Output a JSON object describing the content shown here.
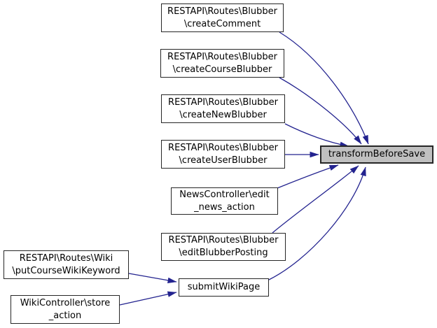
{
  "graph": {
    "kind": "call-graph",
    "nodes": [
      {
        "id": "RESTAPI\\Routes\\Blubber\\createComment",
        "label": "RESTAPI\\Routes\\Blubber\n\\createComment"
      },
      {
        "id": "RESTAPI\\Routes\\Blubber\\createCourseBlubber",
        "label": "RESTAPI\\Routes\\Blubber\n\\createCourseBlubber"
      },
      {
        "id": "RESTAPI\\Routes\\Blubber\\createNewBlubber",
        "label": "RESTAPI\\Routes\\Blubber\n\\createNewBlubber"
      },
      {
        "id": "RESTAPI\\Routes\\Blubber\\createUserBlubber",
        "label": "RESTAPI\\Routes\\Blubber\n\\createUserBlubber"
      },
      {
        "id": "NewsController\\edit_news_action",
        "label": "NewsController\\edit\n_news_action"
      },
      {
        "id": "RESTAPI\\Routes\\Blubber\\editBlubberPosting",
        "label": "RESTAPI\\Routes\\Blubber\n\\editBlubberPosting"
      },
      {
        "id": "submitWikiPage",
        "label": "submitWikiPage"
      },
      {
        "id": "RESTAPI\\Routes\\Wiki\\putCourseWikiKeyword",
        "label": "RESTAPI\\Routes\\Wiki\n\\putCourseWikiKeyword"
      },
      {
        "id": "WikiController\\store_action",
        "label": "WikiController\\store\n_action"
      },
      {
        "id": "transformBeforeSave",
        "label": "transformBeforeSave"
      }
    ],
    "edges": [
      {
        "from": "RESTAPI\\Routes\\Blubber\\createComment",
        "to": "transformBeforeSave"
      },
      {
        "from": "RESTAPI\\Routes\\Blubber\\createCourseBlubber",
        "to": "transformBeforeSave"
      },
      {
        "from": "RESTAPI\\Routes\\Blubber\\createNewBlubber",
        "to": "transformBeforeSave"
      },
      {
        "from": "RESTAPI\\Routes\\Blubber\\createUserBlubber",
        "to": "transformBeforeSave"
      },
      {
        "from": "NewsController\\edit_news_action",
        "to": "transformBeforeSave"
      },
      {
        "from": "RESTAPI\\Routes\\Blubber\\editBlubberPosting",
        "to": "transformBeforeSave"
      },
      {
        "from": "submitWikiPage",
        "to": "transformBeforeSave"
      },
      {
        "from": "RESTAPI\\Routes\\Wiki\\putCourseWikiKeyword",
        "to": "submitWikiPage"
      },
      {
        "from": "WikiController\\store_action",
        "to": "submitWikiPage"
      }
    ]
  },
  "colors": {
    "edge": "#23238f",
    "node_fill": "#ffffff",
    "node_border": "#262626",
    "target_fill": "#c0c0c0",
    "background": "#ffffff"
  }
}
